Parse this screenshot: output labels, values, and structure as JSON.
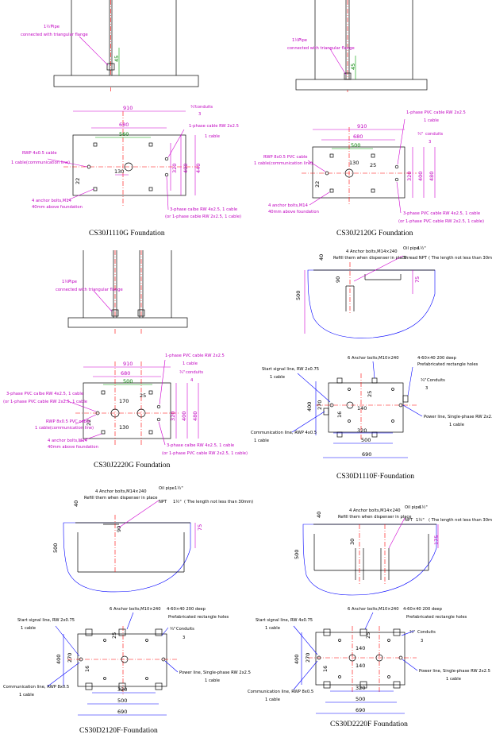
{
  "captions": {
    "d1": "CS30J1110G Foundation",
    "d2": "CS30J2120G Foundation",
    "d3": "CS30J2220G Foundation",
    "d4": "CS30D1110F·Foundation",
    "d5": "CS30D2120F·Foundation",
    "d6": "CS30D2220F Foundation"
  },
  "pipe_notes": {
    "pipe": "Pipe",
    "pipe_frac": "1½\"",
    "flange": "connected with triangular flange",
    "angle": "45"
  },
  "j1": {
    "dims": {
      "w910": "910",
      "w680": "680",
      "w560": "560",
      "w130": "130",
      "h320": "320",
      "h400": "400",
      "h440": "440",
      "d22": "22"
    },
    "labels": {
      "conduits_frac": "¾\"",
      "conduits": "conduits",
      "conduits_n": "3",
      "phase1": "1-phase cable RW 2x2.5",
      "phase1_n": "1 cable",
      "rwp": "RWP 4x0.5 cable",
      "rwp_n": "1 cable(communication line)",
      "anchor": "4 anchor bolts,M14",
      "anchor2": "40mm above foundation",
      "phase3": "3-phase calbe RW 4x2.5, 1 cable",
      "phase3b": "(or 1-phase cable RW 2x2.5, 1 cable)"
    }
  },
  "j2": {
    "dims": {
      "w910": "910",
      "w680": "680",
      "w500": "500",
      "w25": "25",
      "w130": "130",
      "h320": "320",
      "h400": "400",
      "h480": "480",
      "d22": "22"
    },
    "labels": {
      "phase1": "1-phase PVC cable RW 2x2.5",
      "phase1_n": "1 cable",
      "conduits_frac": "¾\"",
      "conduits": "conduits",
      "conduits_n": "3",
      "rwp": "RWP 8x0.5 PVC cable",
      "rwp_n": "1 cable(communication line)",
      "anchor": "4 anchor bolts,M14",
      "anchor2": "40mm above foundation",
      "phase3": "3-phase PVC cable RW 4x2.5, 1 cable",
      "phase3b": "(or 1-phase PVC cable RW 2x2.5, 1 cable)"
    }
  },
  "j3": {
    "dims": {
      "w910": "910",
      "w680": "680",
      "w500": "500",
      "w25": "25",
      "w170": "170",
      "w130": "130",
      "h320": "320",
      "h400": "400",
      "h480": "480",
      "d22": "22"
    },
    "labels": {
      "phase1": "1-phase PVC cable RW 2x2.5",
      "phase1_n": "1 cable",
      "conduits_frac": "¾\"",
      "conduits": "conduits",
      "conduits_n": "4",
      "phase3l": "3-phase PVC calbe RW 4x2.5, 1 cable",
      "phase3lb": "(or 1-phase PVC cable RW 2x2.5, 1 cable",
      "rwp": "RWP 8x0.5 PVC cable",
      "rwp_n": "1 cable(communication line)",
      "anchor": "4 anchor bolts,M14",
      "anchor2": "40mm above foundation",
      "phase3": "3-phase calbe RW 4x2.5, 1 cable",
      "phase3b": "(or 1-phase PVC cable RW 2x2.5, 1 cable)"
    }
  },
  "d": {
    "anchor4": "4 Anchor bolts,M14×240",
    "refill": "Refill them when dispenser in place",
    "oilpipe": "Oil pipe",
    "oil_frac": "1½\"",
    "thread": "Thread NPT",
    "length": "( The length not less than 30mm)",
    "npt": "NPT",
    "d40": "40",
    "d90": "90",
    "d75": "75",
    "d500": "500",
    "d175": "175",
    "d30": "30",
    "six_anchor": "6 Anchor bolts,M10×240",
    "six_anchor_b": "6 Anchor bolts,M10×240",
    "holes": "4-60×40 200 deep",
    "holes2": "Prefabricated rectangle holes",
    "start": "Start signal line, RW 2x0.75",
    "start_b": "Start signal line, RW 4x0.75",
    "one": "1 cable",
    "conduits": "Conduits",
    "c_frac": "¾\"",
    "c3": "3",
    "power": "Power line, Single-phase RW 2x2.5",
    "comm1": "Communication line, RWP 4x0.5",
    "comm2": "Communication line, RWP 8x0.5",
    "d400": "400",
    "d270": "270",
    "d16": "16",
    "d140": "140",
    "d320": "320",
    "d690": "690",
    "d25": "25",
    "d500b": "500"
  }
}
